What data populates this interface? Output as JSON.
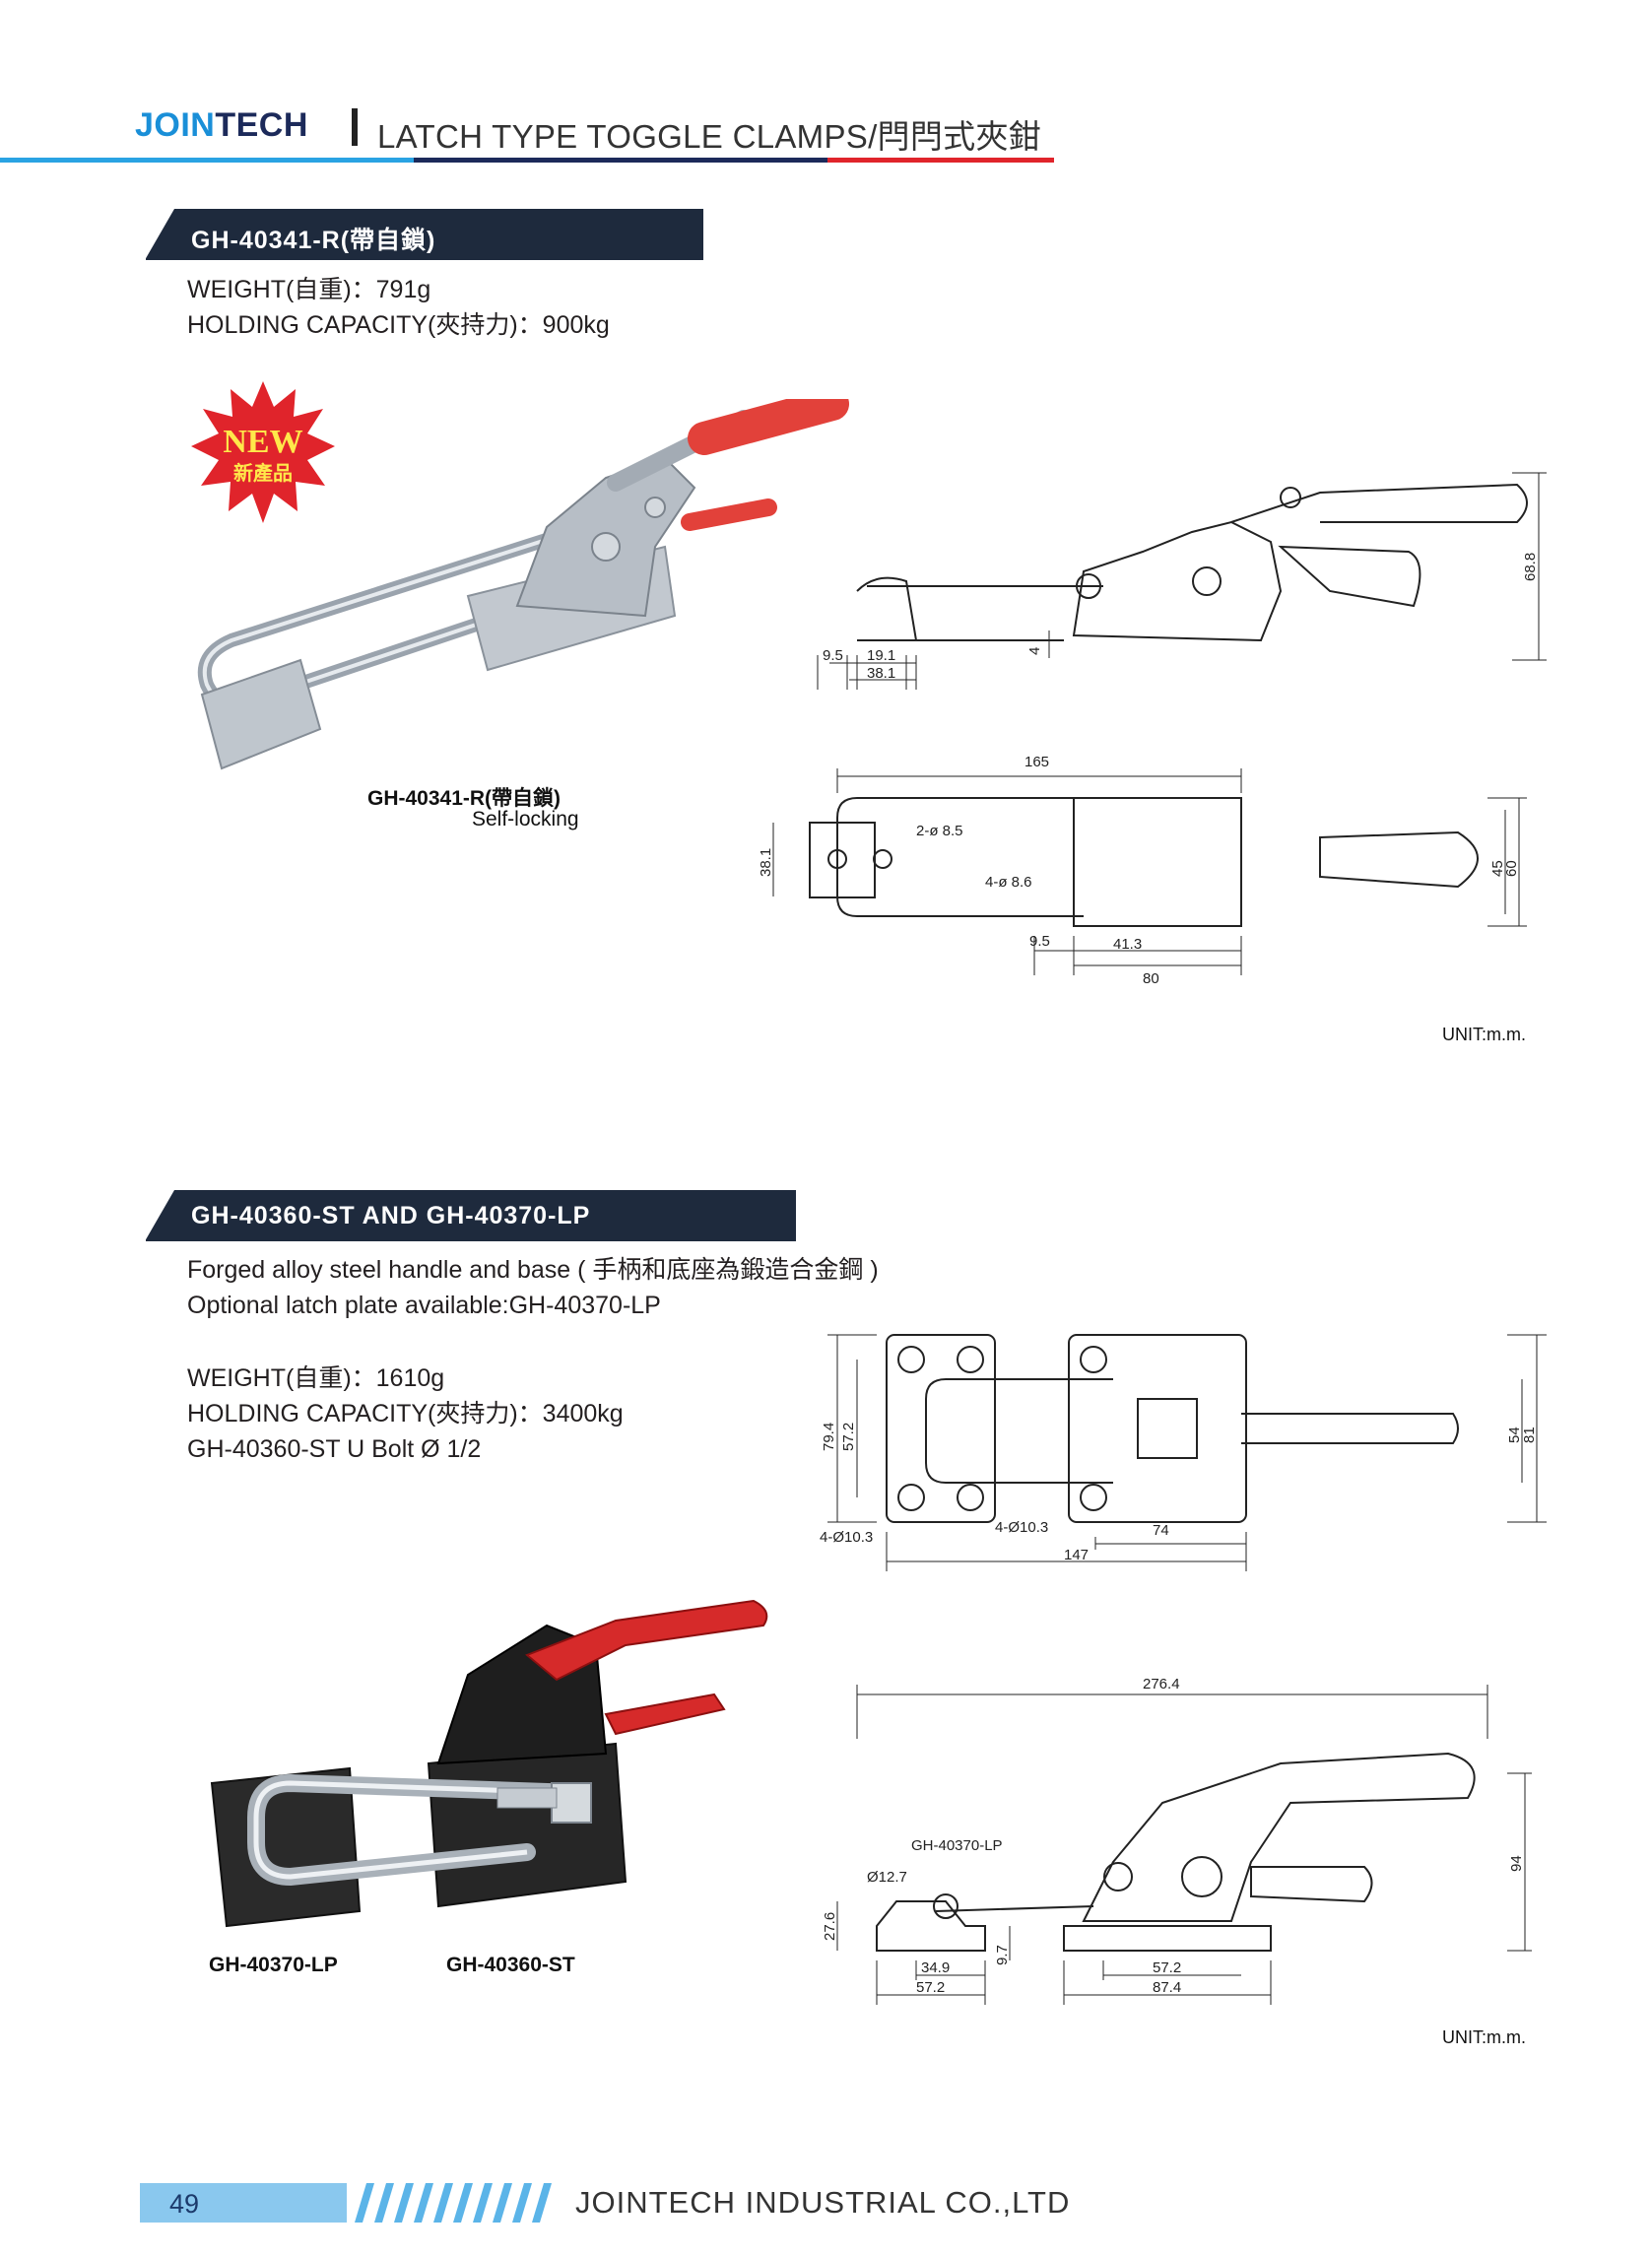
{
  "header": {
    "brand_a": "JOIN",
    "brand_b": "TECH",
    "title": "LATCH TYPE TOGGLE CLAMPS/閂閂式夾鉗"
  },
  "section1": {
    "model": "GH-40341-R(帶自鎖)",
    "weight": "WEIGHT(自重)：791g",
    "capacity": "HOLDING CAPACITY(夾持力)：900kg",
    "badge_new": "NEW",
    "badge_sub": "新產品",
    "photo_caption": "GH-40341-R(帶自鎖)",
    "photo_subcaption": "Self-locking",
    "side_dims": {
      "a": "9.5",
      "b": "19.1",
      "c": "38.1",
      "d": "4",
      "h": "68.8"
    },
    "top_dims": {
      "len": "165",
      "hole1": "2-ø 8.5",
      "hole2": "4-ø 8.6",
      "w": "38.1",
      "off": "9.5",
      "d1": "41.3",
      "d2": "80",
      "h1": "45",
      "h2": "60"
    },
    "unit": "UNIT:m.m."
  },
  "section2": {
    "model": "GH-40360-ST AND GH-40370-LP",
    "desc1": "Forged alloy steel handle and base ( 手柄和底座為鍛造合金鋼 )",
    "desc2": "Optional latch plate available:GH-40370-LP",
    "weight": "WEIGHT(自重)：1610g",
    "capacity": "HOLDING CAPACITY(夾持力)：3400kg",
    "ubolt": "GH-40360-ST U Bolt Ø 1/2",
    "top_dims": {
      "h1": "79.4",
      "h2": "57.2",
      "hole_a": "4-Ø10.3",
      "hole_b": "4-Ø10.3",
      "d74": "74",
      "d147": "147",
      "r54": "54",
      "r81": "81"
    },
    "side_dims": {
      "len": "276.4",
      "plate": "GH-40370-LP",
      "dia": "Ø12.7",
      "h": "27.6",
      "d34": "34.9",
      "d57a": "57.2",
      "d97": "9.7",
      "d57b": "57.2",
      "d874": "87.4",
      "h94": "94"
    },
    "caption_lp": "GH-40370-LP",
    "caption_st": "GH-40360-ST",
    "unit": "UNIT:m.m."
  },
  "footer": {
    "page": "49",
    "company": "JOINTECH INDUSTRIAL CO.,LTD"
  },
  "colors": {
    "brand_blue": "#1a8fd8",
    "navy": "#1c2a5a",
    "red": "#e0242b",
    "handle_red": "#e2413a"
  }
}
